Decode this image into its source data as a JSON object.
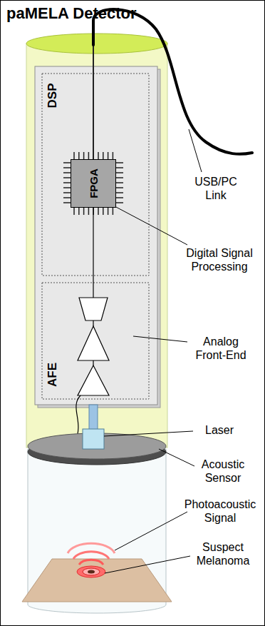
{
  "diagram": {
    "title": "paMELA Detector",
    "nodes": [
      {
        "text": [
          "DSP"
        ]
      },
      {
        "text": [
          "FPGA"
        ],
        "in": 0
      },
      {
        "text": [
          "AFE"
        ]
      }
    ],
    "edges": [
      {
        "from": 1,
        "to": 2,
        "arrow": "none"
      }
    ],
    "labels": [
      "USB/PC Link",
      "Digital Signal Processing",
      "Analog Front-End",
      "Laser",
      "Acoustic Sensor",
      "Photoacoustic Signal",
      "Suspect Melanoma"
    ]
  }
}
